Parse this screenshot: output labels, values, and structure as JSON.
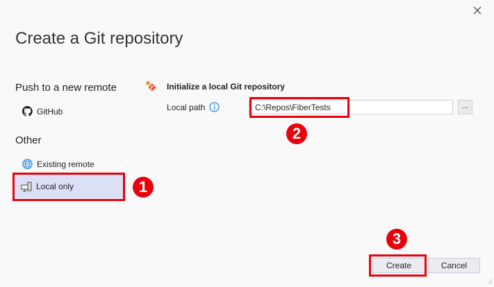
{
  "dialog": {
    "title": "Create a Git repository"
  },
  "sidebar": {
    "section1": "Push to a new remote",
    "github": "GitHub",
    "section2": "Other",
    "existing_remote": "Existing remote",
    "local_only": "Local only"
  },
  "main": {
    "heading": "Initialize a local Git repository",
    "local_path_label": "Local path",
    "local_path_value": "C:\\Repos\\FiberTests",
    "browse_label": "..."
  },
  "buttons": {
    "create": "Create",
    "cancel": "Cancel"
  },
  "annotations": [
    "1",
    "2",
    "3"
  ],
  "colors": {
    "annotation": "#e8000b",
    "selection": "#dbe0f7",
    "info": "#1e88e5"
  }
}
